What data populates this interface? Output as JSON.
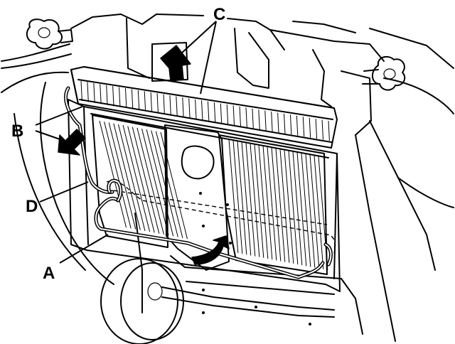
{
  "diagram": {
    "callouts": {
      "a": "A",
      "b": "B",
      "c": "C",
      "d": "D"
    },
    "colors": {
      "line": "#000000",
      "background": "#ffffff"
    },
    "icons": [
      "arrow-up-icon",
      "arrow-down-left-icon",
      "arrow-curved-down-icon"
    ]
  }
}
